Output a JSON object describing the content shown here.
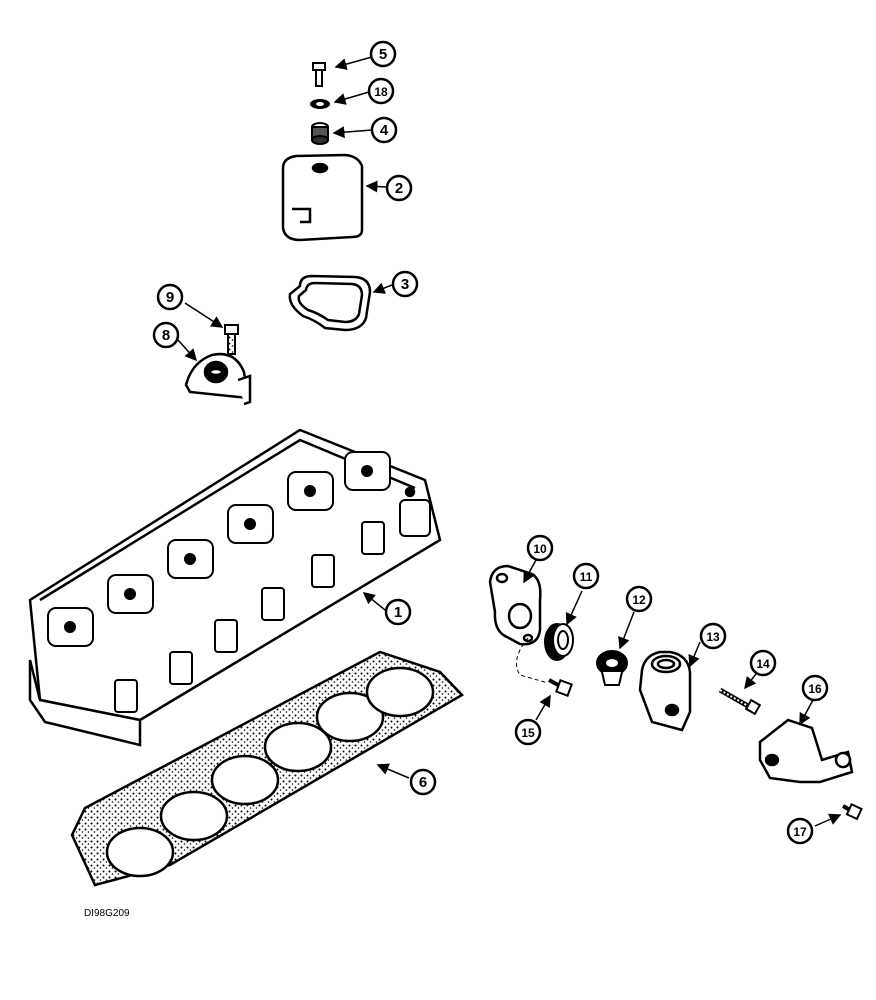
{
  "figure_code": "DI98G209",
  "callouts": {
    "c1": "1",
    "c2": "2",
    "c3": "3",
    "c4": "4",
    "c5": "5",
    "c6": "6",
    "c8": "8",
    "c9": "9",
    "c10": "10",
    "c11": "11",
    "c12": "12",
    "c13": "13",
    "c14": "14",
    "c15": "15",
    "c16": "16",
    "c17": "17",
    "c18": "18"
  }
}
